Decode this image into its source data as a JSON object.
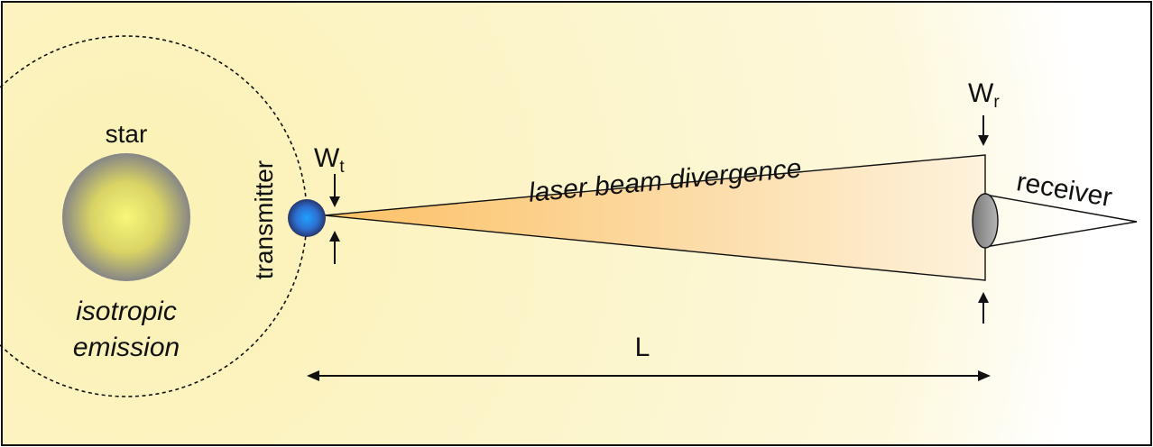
{
  "labels": {
    "star": "star",
    "emission_line1": "isotropic",
    "emission_line2": "emission",
    "transmitter": "transmitter",
    "wt_base": "W",
    "wt_sub": "t",
    "beam": "laser beam divergence",
    "wr_base": "W",
    "wr_sub": "r",
    "receiver": "receiver",
    "distance": "L"
  },
  "colors": {
    "background_glow": "#fbf3c2",
    "star_center": "#f6f47a",
    "star_edge": "#8a8a8a",
    "transmitter_core": "#1f8ff0",
    "transmitter_edge": "#2a3a7a",
    "beam_start": "#fcc46a",
    "beam_end": "#fdf1d6",
    "receiver_fill": "#9a9a9a",
    "line": "#111111"
  },
  "icons": {
    "star": "star-sphere-icon",
    "transmitter": "transmitter-node-icon",
    "receiver": "receiver-dish-icon"
  }
}
